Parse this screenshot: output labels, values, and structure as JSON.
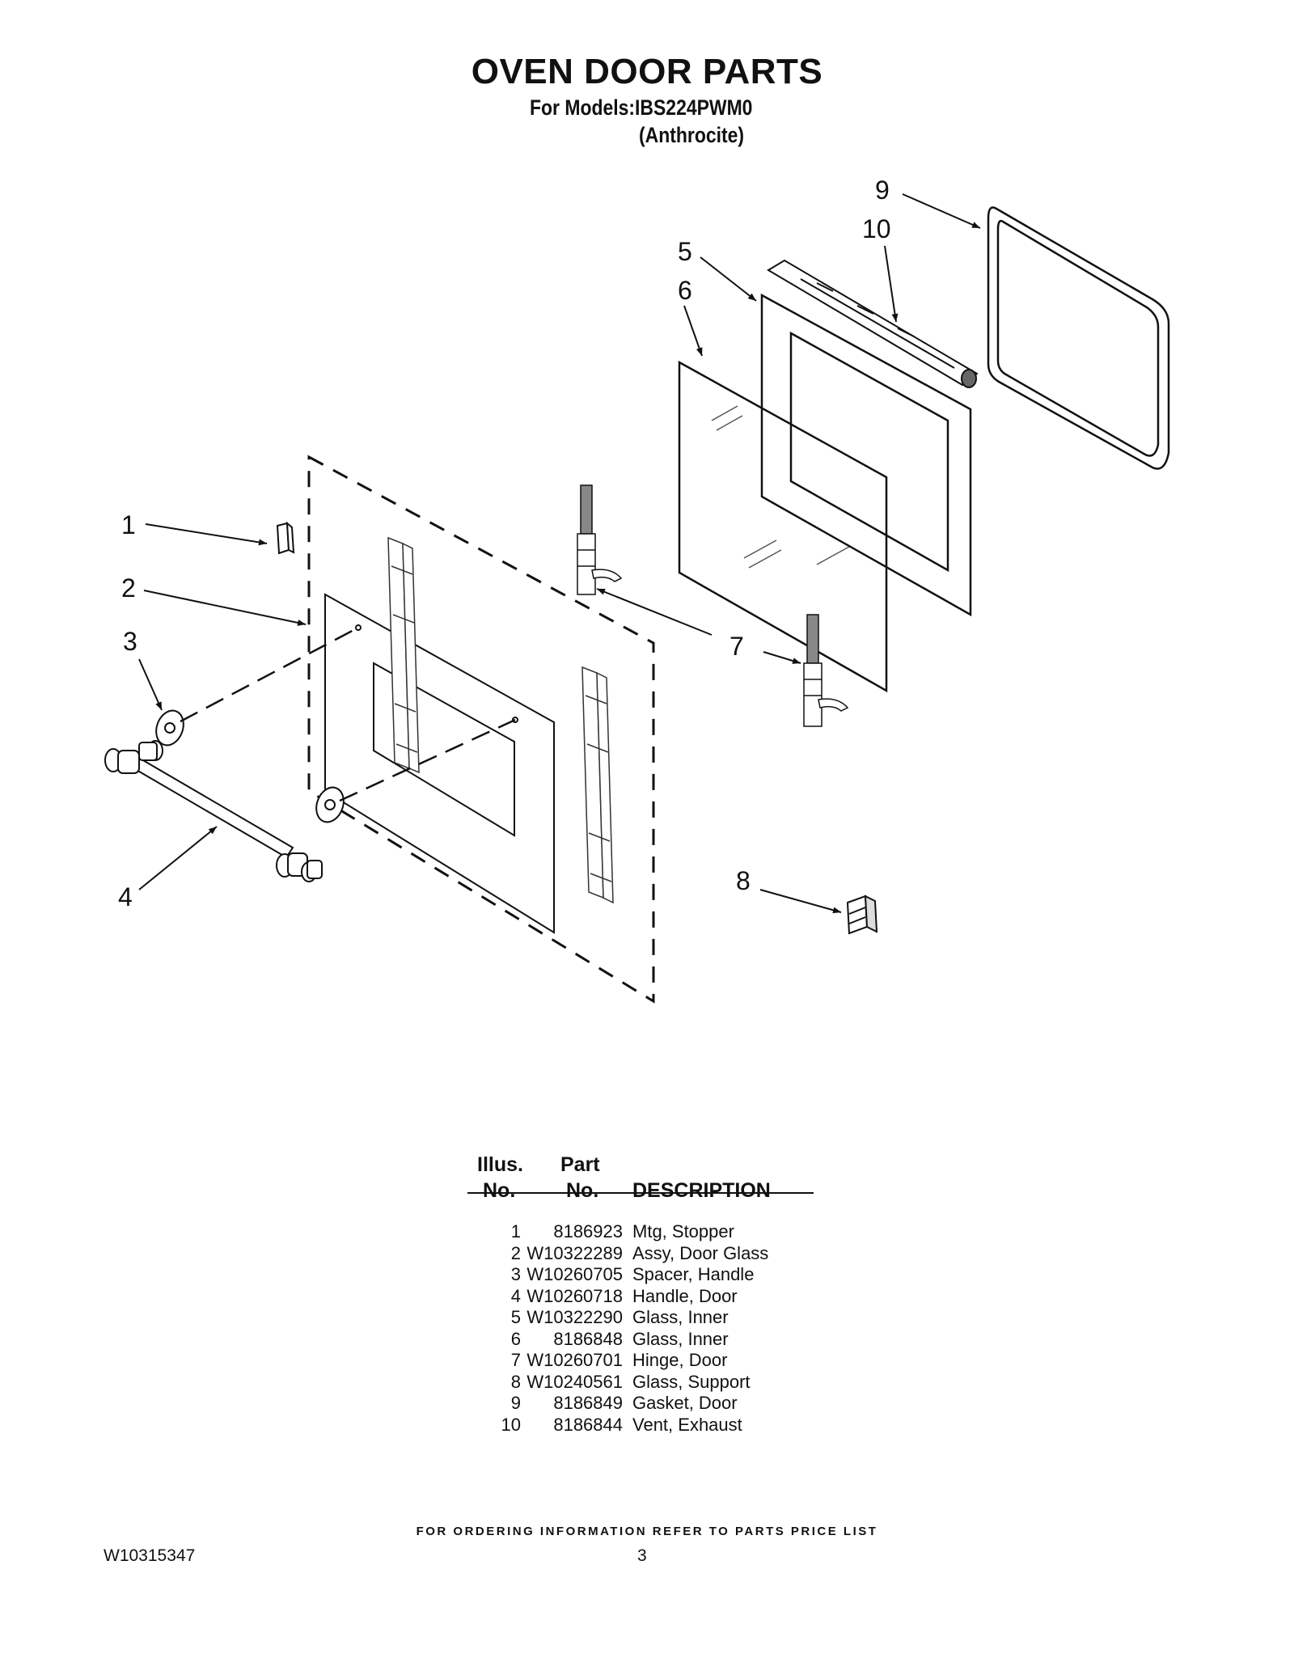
{
  "header": {
    "title": "OVEN DOOR PARTS",
    "models_line": "For Models:IBS224PWM0",
    "variant_line": "(Anthrocite)"
  },
  "callouts": [
    "1",
    "2",
    "3",
    "4",
    "5",
    "6",
    "7",
    "8",
    "9",
    "10"
  ],
  "parts_table": {
    "headers": {
      "illus_top": "Illus.",
      "illus_bottom": "No.",
      "part_top": "Part",
      "part_bottom": "No.",
      "description": "DESCRIPTION"
    },
    "rows": [
      {
        "illus": "1",
        "part": "8186923",
        "description": "Mtg, Stopper"
      },
      {
        "illus": "2",
        "part": "W10322289",
        "description": "Assy, Door Glass"
      },
      {
        "illus": "3",
        "part": "W10260705",
        "description": "Spacer, Handle"
      },
      {
        "illus": "4",
        "part": "W10260718",
        "description": "Handle, Door"
      },
      {
        "illus": "5",
        "part": "W10322290",
        "description": "Glass, Inner"
      },
      {
        "illus": "6",
        "part": "8186848",
        "description": "Glass, Inner"
      },
      {
        "illus": "7",
        "part": "W10260701",
        "description": "Hinge, Door"
      },
      {
        "illus": "8",
        "part": "W10240561",
        "description": "Glass, Support"
      },
      {
        "illus": "9",
        "part": "8186849",
        "description": "Gasket, Door"
      },
      {
        "illus": "10",
        "part": "8186844",
        "description": "Vent, Exhaust"
      }
    ]
  },
  "footer": {
    "ordering_note": "FOR ORDERING INFORMATION REFER TO PARTS PRICE LIST",
    "doc_number": "W10315347",
    "page_number": "3"
  }
}
